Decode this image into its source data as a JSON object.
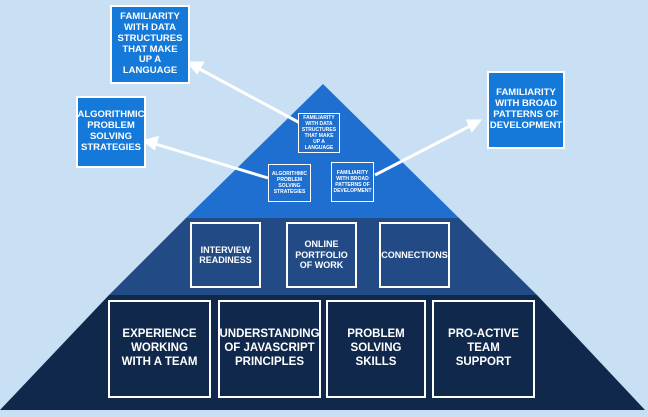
{
  "top_tier": {
    "box_language": "Familiarity with data structures that make up a language",
    "box_algorithmic": "Algorithmic problem solving strategies",
    "box_patterns": "Familiarity with broad patterns of development"
  },
  "callouts": {
    "language": "Familiarity with data structures that make up a language",
    "algorithmic": "Algorithmic problem solving strategies",
    "patterns": "Familiarity with broad patterns of development"
  },
  "middle_tier": {
    "interview": "Interview readiness",
    "portfolio": "Online portfolio of work",
    "connections": "Connections"
  },
  "base_tier": {
    "team": "Experience working with a team",
    "javascript": "Understanding of JavaScript principles",
    "problem_solving": "Problem solving skills",
    "support": "Pro-active team support"
  },
  "colors": {
    "background": "#c9dff3",
    "top_tier": "#1e6fd0",
    "middle_tier": "#224b86",
    "base_tier": "#10284b",
    "callout": "#1479d8",
    "border": "#ffffff"
  }
}
